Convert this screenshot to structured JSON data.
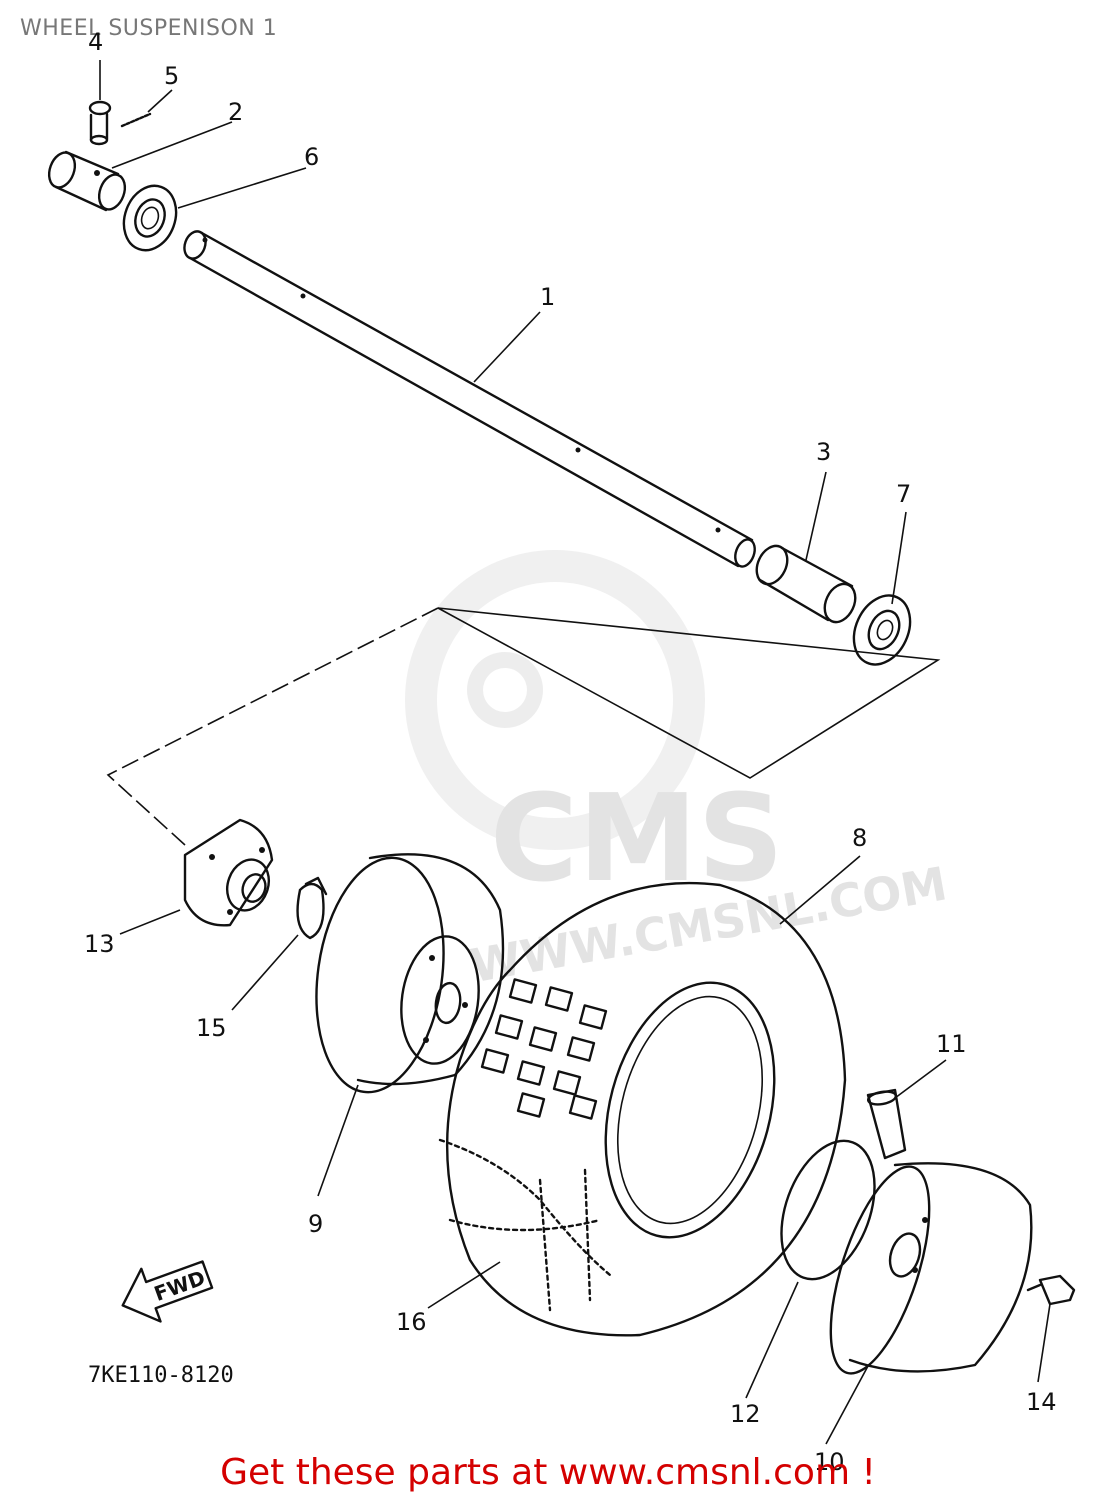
{
  "title": "WHEEL SUSPENISON 1",
  "footer": "Get these parts at www.cmsnl.com !",
  "diagram_code": "7KE110-8120",
  "direction_label": "FWD",
  "watermark": {
    "logo_text": "CMS",
    "url_text": "WWW.CMSNL.COM",
    "color": "#e3e3e3"
  },
  "callouts": [
    "1",
    "2",
    "3",
    "4",
    "5",
    "6",
    "7",
    "8",
    "9",
    "10",
    "11",
    "12",
    "13",
    "14",
    "15",
    "16"
  ],
  "colors": {
    "title": "#777777",
    "footer": "#d40000",
    "line": "#111111"
  }
}
